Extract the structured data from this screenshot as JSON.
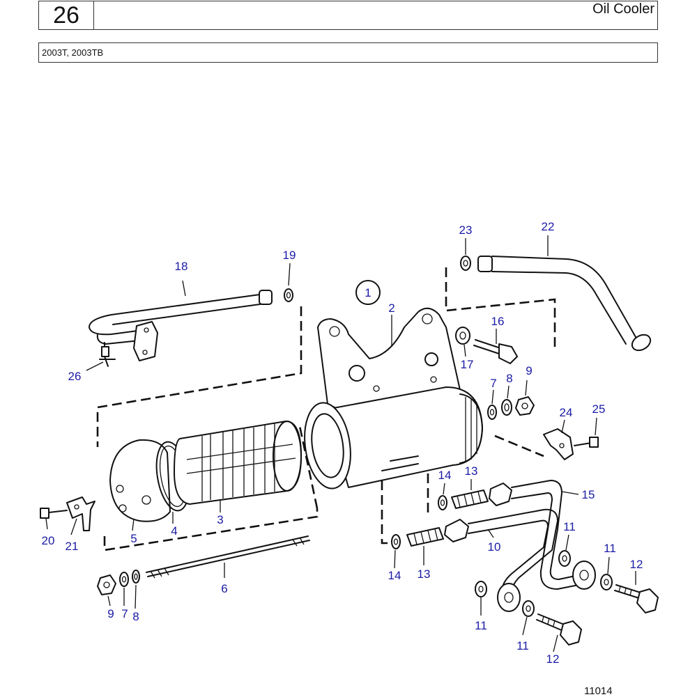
{
  "header": {
    "section_number": "26",
    "title": "Oil Cooler"
  },
  "subheader": {
    "models": "2003T, 2003TB"
  },
  "footer": {
    "figure_number": "11014"
  },
  "callouts": {
    "c1": "1",
    "c2": "2",
    "c3": "3",
    "c4": "4",
    "c5": "5",
    "c6": "6",
    "c7a": "7",
    "c7b": "7",
    "c8a": "8",
    "c8b": "8",
    "c9a": "9",
    "c9b": "9",
    "c10": "10",
    "c11a": "11",
    "c11b": "11",
    "c11c": "11",
    "c11d": "11",
    "c12a": "12",
    "c12b": "12",
    "c13a": "13",
    "c13b": "13",
    "c14a": "14",
    "c14b": "14",
    "c15": "15",
    "c16": "16",
    "c17": "17",
    "c18": "18",
    "c19": "19",
    "c20": "20",
    "c21": "21",
    "c22": "22",
    "c23": "23",
    "c24": "24",
    "c25": "25",
    "c26": "26"
  },
  "colors": {
    "callout_text": "#1a1aa6",
    "line_art": "#111111"
  }
}
